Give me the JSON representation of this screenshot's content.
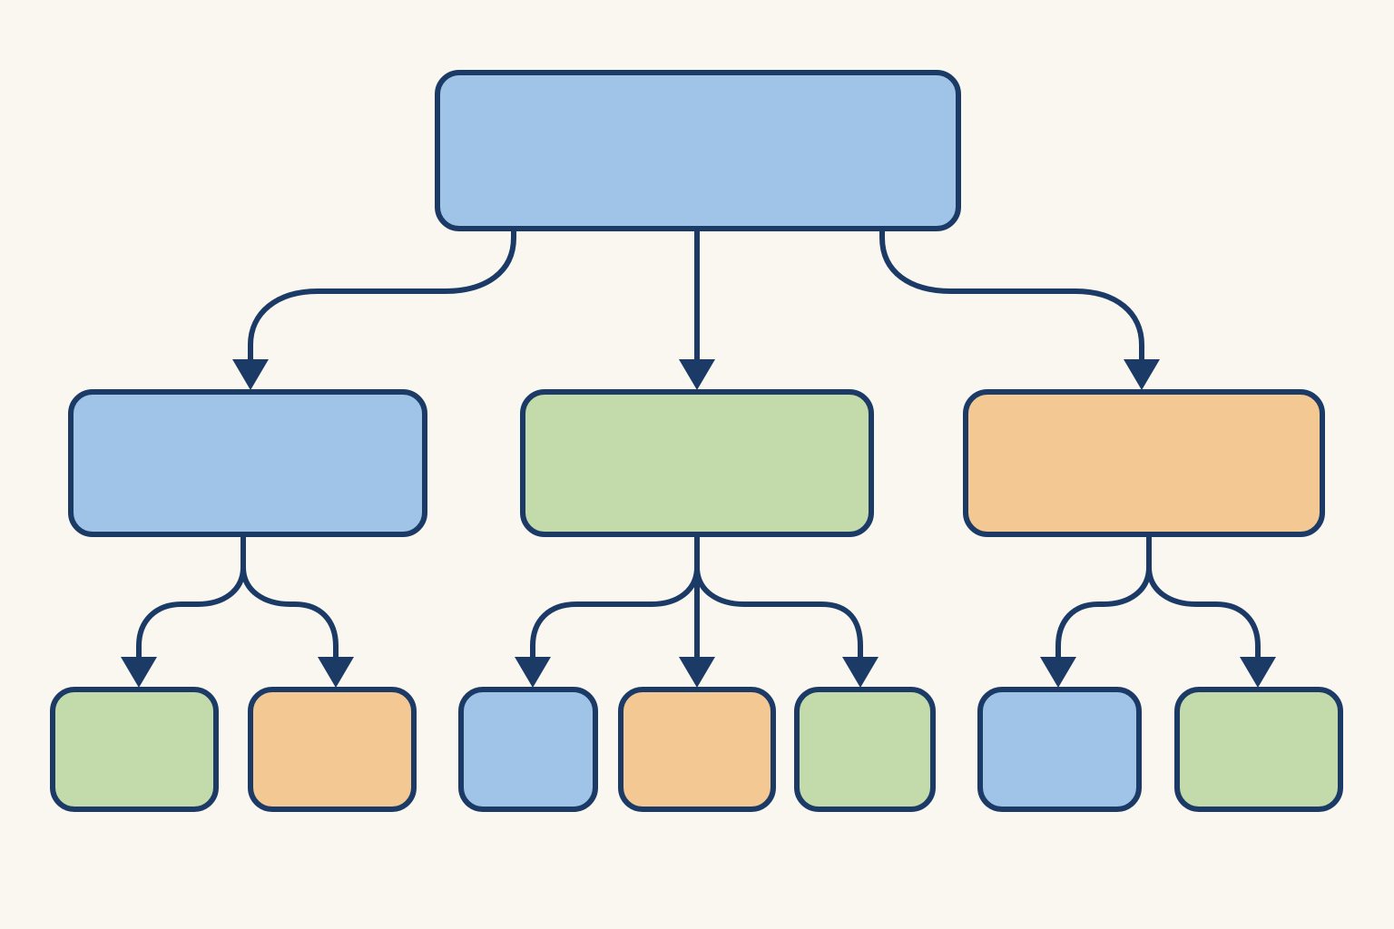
{
  "colors": {
    "background": "#FAF7F1",
    "outline": "#1B3A66",
    "blue": "#A0C4E8",
    "green": "#C3DAAA",
    "orange": "#F4C892"
  },
  "nodes": {
    "root": {
      "color": "blue",
      "label": ""
    },
    "level1": [
      {
        "color": "blue",
        "label": ""
      },
      {
        "color": "green",
        "label": ""
      },
      {
        "color": "orange",
        "label": ""
      }
    ],
    "level2": [
      {
        "parent": 0,
        "color": "green",
        "label": ""
      },
      {
        "parent": 0,
        "color": "orange",
        "label": ""
      },
      {
        "parent": 1,
        "color": "blue",
        "label": ""
      },
      {
        "parent": 1,
        "color": "orange",
        "label": ""
      },
      {
        "parent": 1,
        "color": "green",
        "label": ""
      },
      {
        "parent": 2,
        "color": "blue",
        "label": ""
      },
      {
        "parent": 2,
        "color": "green",
        "label": ""
      }
    ]
  }
}
